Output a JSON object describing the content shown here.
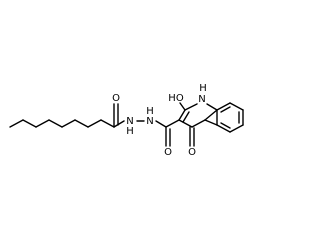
{
  "molecule": {
    "labels": {
      "amide_oxygen": "O",
      "hydrazide_nh_left": "N",
      "hydrazide_h_left": "H",
      "hydrazide_nh_right": "N",
      "hydrazide_h_right": "H",
      "carbonyl_oxygen": "O",
      "hydroxy": "HO",
      "ring_nh_h": "H",
      "ring_n": "N",
      "ring_oxygen": "O"
    },
    "colors": {
      "bond": "#000000",
      "label": "#000000",
      "background": "#ffffff"
    }
  }
}
